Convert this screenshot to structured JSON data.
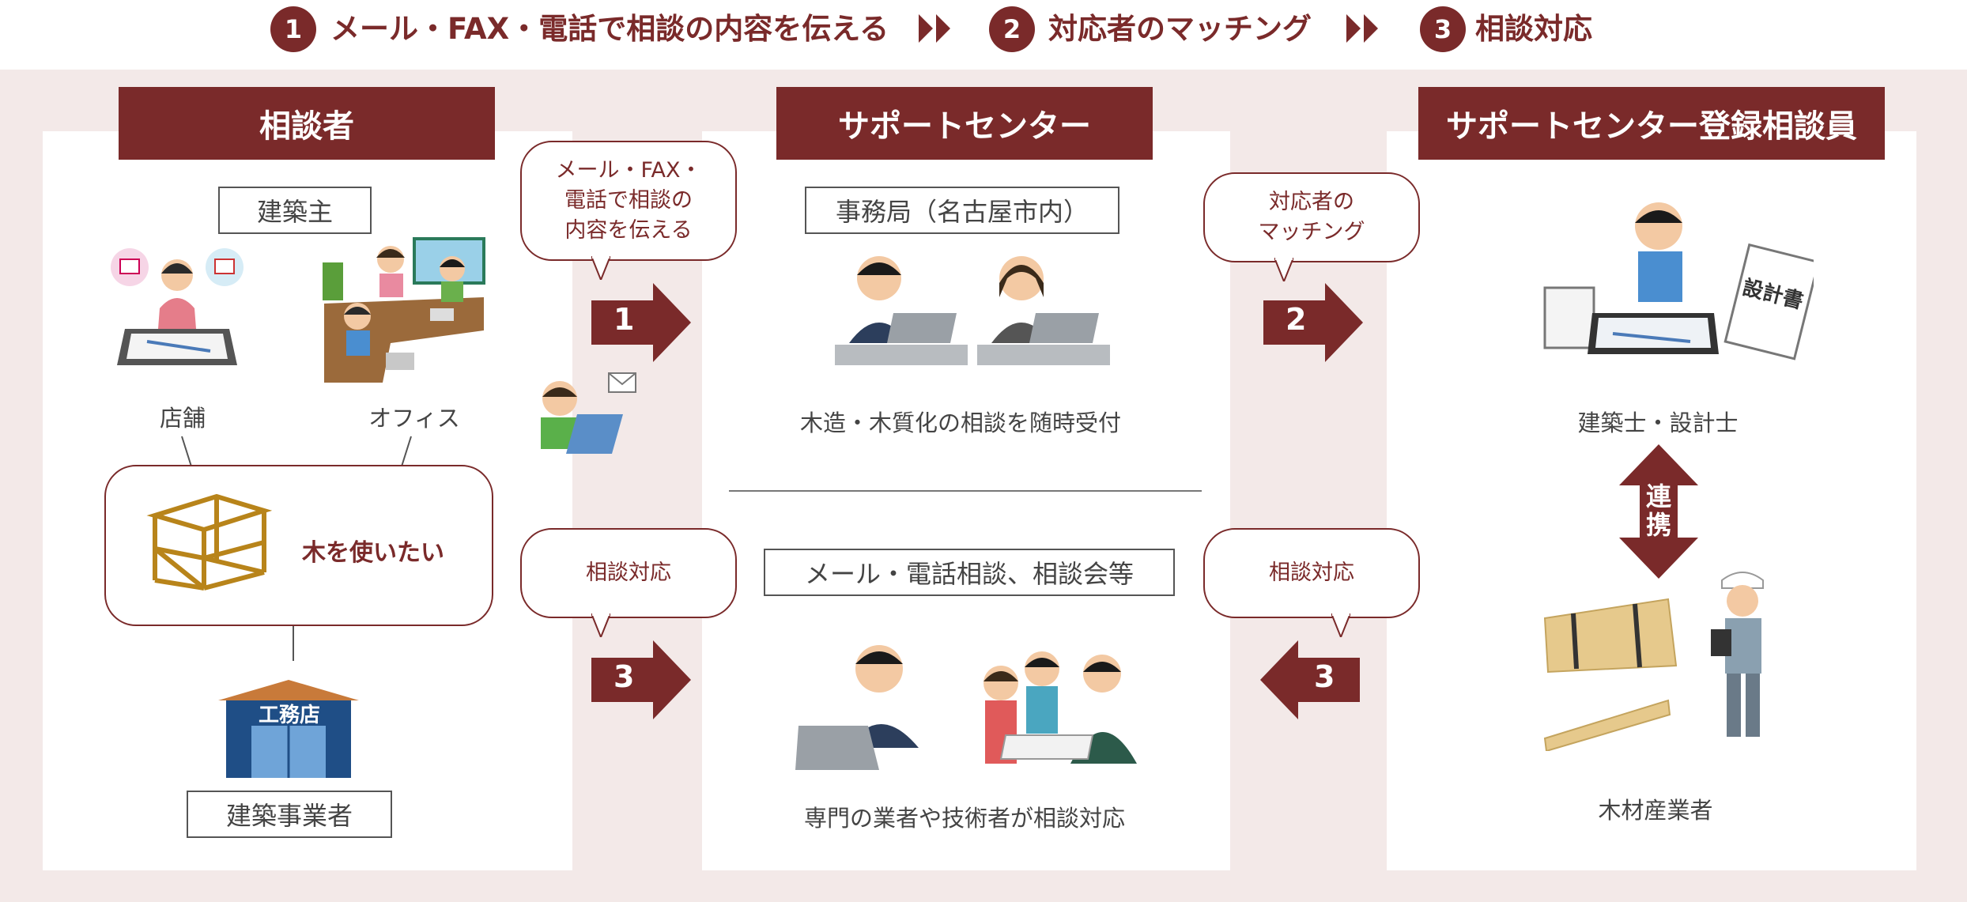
{
  "steps": [
    {
      "number": "1",
      "text": "メール・FAX・電話で相談の内容を伝える"
    },
    {
      "number": "2",
      "text": "対応者のマッチング"
    },
    {
      "number": "3",
      "text": "相談対応"
    }
  ],
  "left": {
    "title": "相談者",
    "owner_label": "建築主",
    "shop_caption": "店舗",
    "office_caption": "オフィス",
    "wish_text": "木を使いたい",
    "builder_sign": "工務店",
    "builder_label": "建築事業者"
  },
  "center": {
    "title": "サポートセンター",
    "office_label": "事務局（名古屋市内）",
    "office_caption": "木造・木質化の相談を随時受付",
    "consult_label": "メール・電話相談、相談会等",
    "consult_caption": "専門の業者や技術者が相談対応"
  },
  "right": {
    "title": "サポートセンター登録相談員",
    "designer_caption": "建築士・設計士",
    "link_label": "連携",
    "lumber_caption": "木材産業者",
    "doc_label": "設計書"
  },
  "flow": {
    "bubble_send_lines": [
      "メール・FAX・",
      "電話で相談の",
      "内容を伝える"
    ],
    "bubble_match_lines": [
      "対応者の",
      "マッチング"
    ],
    "bubble_respond_left": "相談対応",
    "bubble_respond_right": "相談対応",
    "arrow_1": "1",
    "arrow_2": "2",
    "arrow_3_left": "3",
    "arrow_3_right": "3"
  },
  "colors": {
    "accent": "#7a2a2a",
    "band": "#f3e9e8"
  }
}
